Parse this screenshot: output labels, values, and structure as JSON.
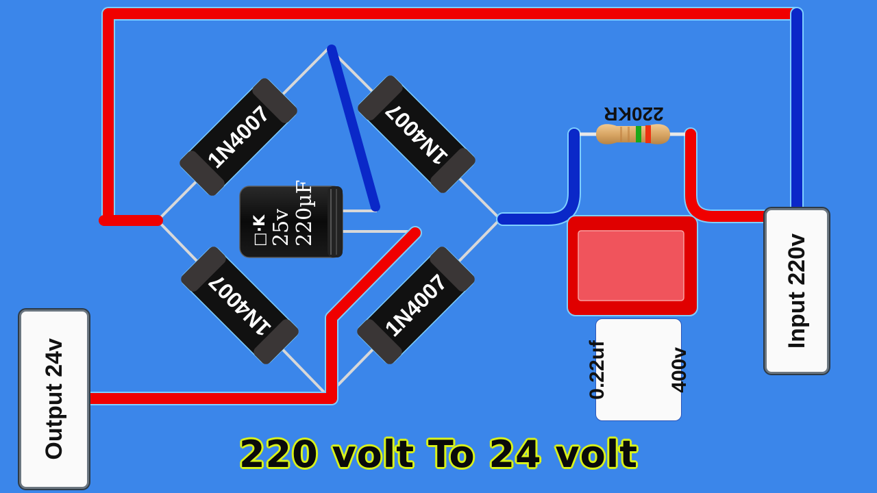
{
  "title": "220 volt To 24 volt",
  "colors": {
    "background": "#3b86ea",
    "wire_positive": "#f00000",
    "wire_negative": "#0a28c8",
    "component_body": "#141414",
    "title_outline": "#d9f21a"
  },
  "diodes": [
    {
      "part": "1N4007",
      "position": "upper-left"
    },
    {
      "part": "1N4007",
      "position": "upper-right"
    },
    {
      "part": "1N4007",
      "position": "lower-left"
    },
    {
      "part": "1N4007",
      "position": "lower-right"
    }
  ],
  "electrolytic_capacitor": {
    "brand": "□·K",
    "voltage": "25v",
    "capacitance": "220µF"
  },
  "resistor": {
    "label": "220KR"
  },
  "film_capacitor": {
    "label_line1": "0.22uf",
    "label_line2": "400v"
  },
  "input": {
    "label": "Input 220v"
  },
  "output": {
    "label": "Output 24v"
  }
}
